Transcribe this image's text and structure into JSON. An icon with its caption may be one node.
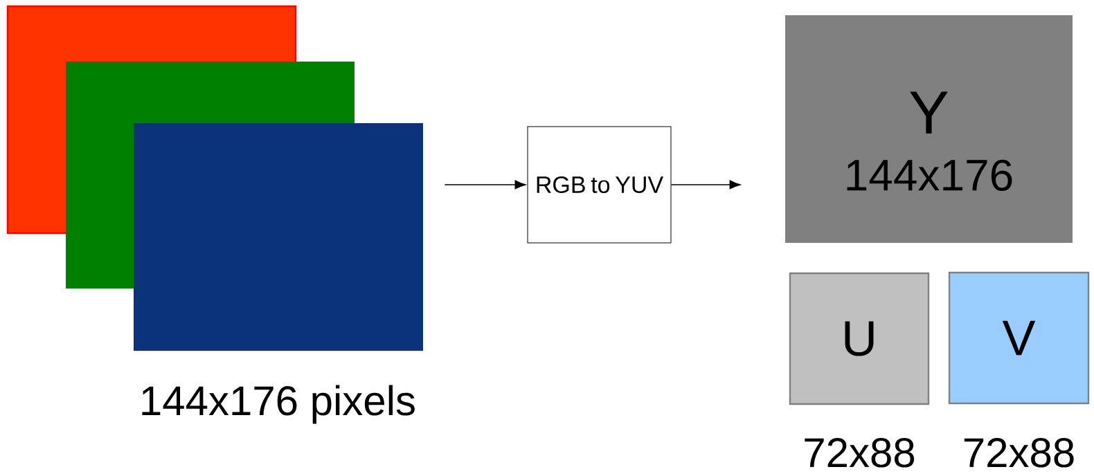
{
  "diagram": {
    "nodes": [
      {
        "text": [],
        "shape": "box"
      },
      {
        "text": [],
        "shape": "box"
      },
      {
        "text": [],
        "shape": "box"
      },
      {
        "text": [
          "RGB to YUV"
        ]
      },
      {
        "text": [
          "Y",
          "144x176"
        ]
      },
      {
        "text": [
          "U"
        ],
        "beside": [
          "72x88"
        ]
      },
      {
        "text": [
          "V"
        ],
        "beside": [
          "72x88"
        ]
      }
    ],
    "edges": [
      {
        "from": 2,
        "to": 3,
        "arrow": "to"
      },
      {
        "from": 3,
        "to": 4,
        "arrow": "to"
      }
    ],
    "labels": [
      "144x176 pixels"
    ]
  }
}
